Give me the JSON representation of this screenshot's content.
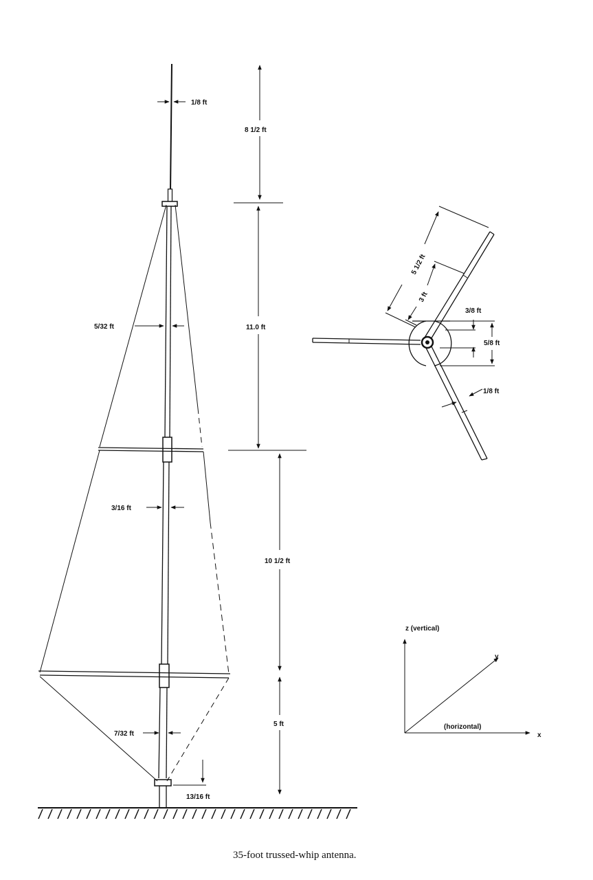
{
  "labels": {
    "top_rod_dia": "1/8 ft",
    "top_len": "8 1/2 ft",
    "mid_rod_dia": "5/32 ft",
    "mid_len": "11.0 ft",
    "low_rod_dia": "3/16 ft",
    "low_len": "10 1/2 ft",
    "base_rod_dia": "7/32 ft",
    "base_len": "5 ft",
    "base_height": "13/16 ft",
    "arm_len_long": "5 1/2 ft",
    "arm_len_short": "3 ft",
    "hub_offset": "3/8 ft",
    "hub_height": "5/8 ft",
    "arm_dia": "1/8 ft",
    "axis_z": "z (vertical)",
    "axis_y": "y",
    "axis_x": "x",
    "axis_horizontal": "(horizontal)"
  },
  "caption": "35-foot trussed-whip antenna."
}
